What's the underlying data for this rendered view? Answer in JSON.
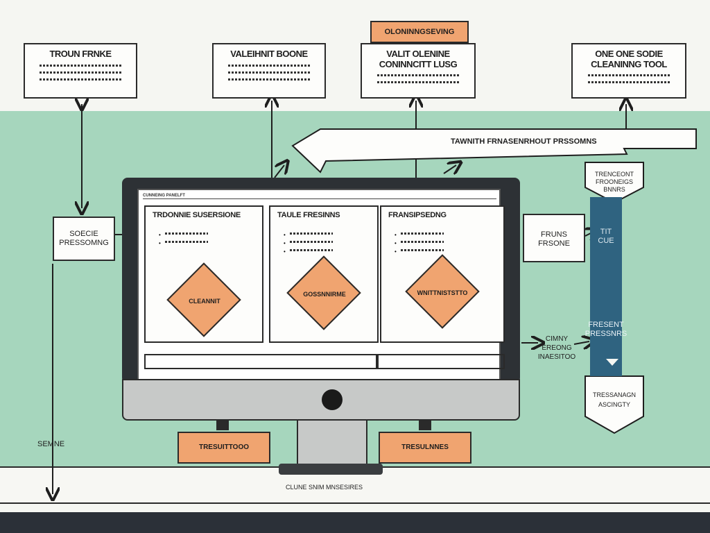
{
  "top_cards": [
    {
      "title_lines": [
        "TROUN FRNKE"
      ]
    },
    {
      "title_lines": [
        "VALEIHNIT BOONE"
      ]
    },
    {
      "title_lines": [
        "VALIT OLENINE",
        "CONINNCITT LUSG"
      ]
    },
    {
      "title_lines": [
        "ONE ONE SODIE",
        "CLEANINNG TOOL"
      ]
    }
  ],
  "top_tag": "OLONINNGSEVING",
  "banner_text": "TAWNITH FRNASENRHOUT PRSSOMNS",
  "left_box_lines": [
    "SOECIE",
    "PRESSOMNG"
  ],
  "left_bottom_label": "SEMNE",
  "right_small_box_lines": [
    "FRUNS",
    "FRSONE"
  ],
  "pentagon_top_lines": [
    "TRENCEONT",
    "FROONEIGS",
    "BNNRS"
  ],
  "vbar_top_lines": [
    "TIT",
    "CUE"
  ],
  "vbar_mid_lines": [
    "FRESENT",
    "PRESSNRS"
  ],
  "pentagon_bottom_lines": [
    "TRESSANAGN",
    "ASCINGTY"
  ],
  "side_label_lines": [
    "CIMNY",
    "EREONG",
    "INAESITOO"
  ],
  "screen_header": "CUNNEING PANELFT",
  "panels": [
    {
      "header": "TRDONNIE SUSERSIONE",
      "diamond": "CLEANNIT"
    },
    {
      "header": "TAULE FRESINNS",
      "diamond": "GOSSNNIRME"
    },
    {
      "header": "FRANSIPSEDNG",
      "diamond": "WNITTNISTSTTO"
    }
  ],
  "bottom_tags": [
    "TRESUITTOOO",
    "TRESULNNES"
  ],
  "floor_label": "CLUNE SNIM MNSESIRES",
  "colors": {
    "band": "#a6d6bd",
    "accent": "#f0a470",
    "bar": "#2f6380",
    "ink": "#2a2a2a"
  }
}
